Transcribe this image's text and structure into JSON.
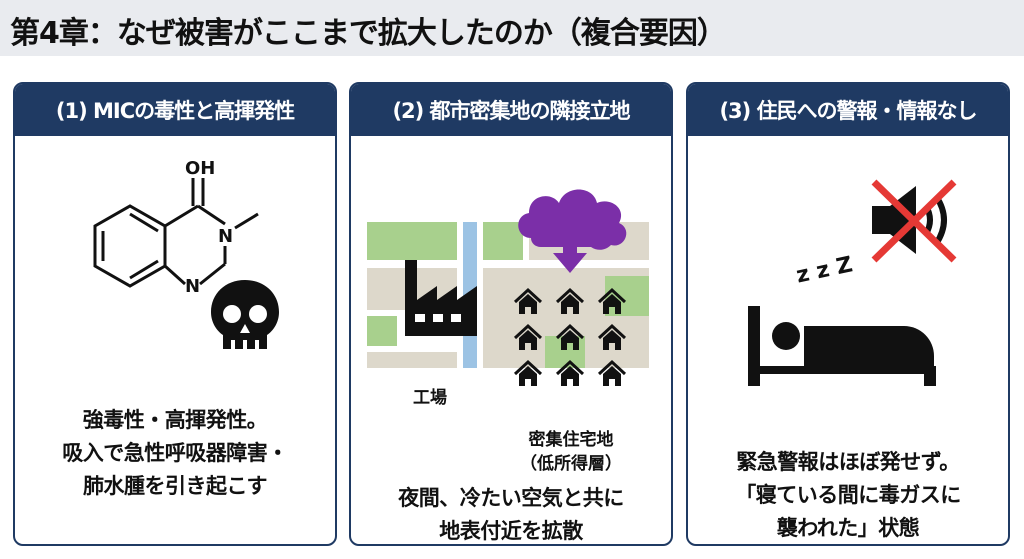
{
  "title": "第4章：なぜ被害がここまで拡大したのか（複合要因）",
  "cards": [
    {
      "header": "(1) MICの毒性と高揮発性",
      "lines": [
        "強毒性・高揮発性。",
        "吸入で急性呼吸器障害・",
        "肺水腫を引き起こす"
      ],
      "chem": {
        "oh": "OH",
        "n1": "N",
        "n2": "N"
      }
    },
    {
      "header": "(2) 都市密集地の隣接立地",
      "factory_label": "工場",
      "housing_label": "密集住宅地",
      "housing_sub": "（低所得層）",
      "lines": [
        "夜間、冷たい空気と共に",
        "地表付近を拡散"
      ]
    },
    {
      "header": "(3) 住民への警報・情報なし",
      "zzz": "z z Z",
      "lines": [
        "緊急警報はほぼ発せず。",
        "「寝ている間に毒ガスに",
        "襲われた」状態"
      ]
    }
  ],
  "colors": {
    "navy": "#1f3a63",
    "gas": "#7b2fa8",
    "cross": "#e53935",
    "river": "#9cc3e4",
    "park": "#a8d08d",
    "block": "#ddd8cb"
  }
}
